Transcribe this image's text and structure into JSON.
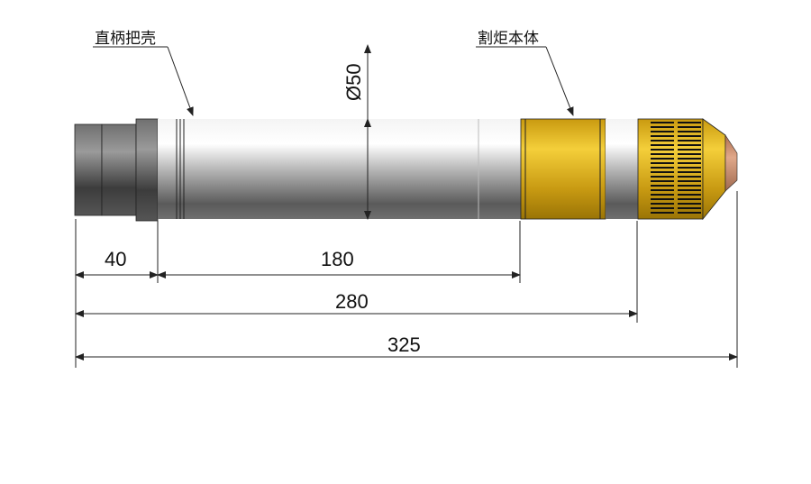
{
  "labels": {
    "handle_shell": "直柄把壳",
    "torch_body": "割炬本体"
  },
  "diameter": "Ø50",
  "dimensions": {
    "d40": "40",
    "d180": "180",
    "d280": "280",
    "d325": "325"
  },
  "colors": {
    "gold": "#e8b822",
    "copper": "#c88a6a",
    "steel": "#9a9a9a"
  }
}
